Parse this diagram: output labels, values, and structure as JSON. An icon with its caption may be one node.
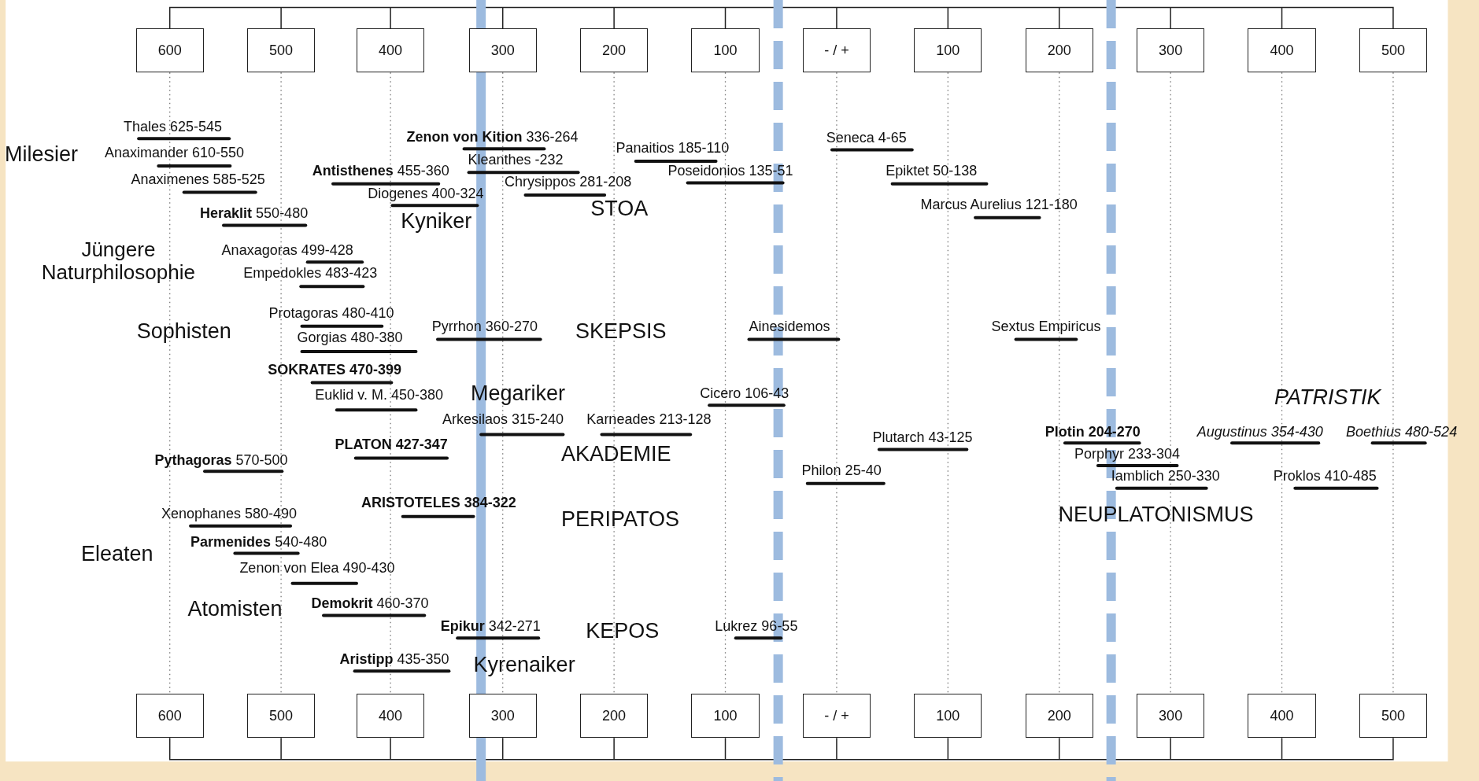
{
  "diagram": {
    "nodes": [
      {
        "text": [
          "600"
        ]
      },
      {
        "text": [
          "500"
        ]
      },
      {
        "text": [
          "400"
        ]
      },
      {
        "text": [
          "300"
        ]
      },
      {
        "text": [
          "200"
        ]
      },
      {
        "text": [
          "100"
        ]
      },
      {
        "text": [
          "- / +"
        ]
      },
      {
        "text": [
          "100"
        ]
      },
      {
        "text": [
          "200"
        ]
      },
      {
        "text": [
          "300"
        ]
      },
      {
        "text": [
          "400"
        ]
      },
      {
        "text": [
          "500"
        ]
      },
      {
        "text": [
          "600"
        ]
      },
      {
        "text": [
          "500"
        ]
      },
      {
        "text": [
          "400"
        ]
      },
      {
        "text": [
          "300"
        ]
      },
      {
        "text": [
          "200"
        ]
      },
      {
        "text": [
          "100"
        ]
      },
      {
        "text": [
          "- / +"
        ]
      },
      {
        "text": [
          "100"
        ]
      },
      {
        "text": [
          "200"
        ]
      },
      {
        "text": [
          "300"
        ]
      },
      {
        "text": [
          "400"
        ]
      },
      {
        "text": [
          "500"
        ]
      }
    ],
    "labels": [
      "Thales 625-545",
      "**Zenon von Kition** 336-264",
      "Seneca 4-65",
      "Panaitios 185-110",
      "Anaximander 610-550",
      "Milesier",
      "Kleanthes -232",
      "**Antisthenes** 455-360",
      "Poseidonios 135-51",
      "Epiktet 50-138",
      "Anaximenes 585-525",
      "Chrysippos 281-208",
      "Diogenes 400-324",
      "Marcus Aurelius 121-180",
      "STOA",
      "**Heraklit** 550-480",
      "Kyniker",
      "Jüngere Naturphilosophie",
      "Anaxagoras 499-428",
      "Empedokles 483-423",
      "Protagoras 480-410",
      "Pyrrhon 360-270",
      "Ainesidemos",
      "Sextus Empiricus",
      "Sophisten",
      "SKEPSIS",
      "Gorgias 480-380",
      "SOKRATES 470-399",
      "Euklid v. M. 450-380",
      "Megariker",
      "Cicero 106-43",
      "PATRISTIK",
      "Arkesilaos 315-240",
      "Karneades 213-128",
      "Plotin 204-270",
      "Augustinus 354-430",
      "Boethius 480-524",
      "Plutarch 43-125",
      "PLATON 427-347",
      "AKADEMIE",
      "Porphyr 233-304",
      "**Pythagoras** 570-500",
      "Philon 25-40",
      "Iamblich 250-330",
      "Proklos 410-485",
      "ARISTOTELES 384-322",
      "Xenophanes 580-490",
      "PERIPATOS",
      "NEUPLATONISMUS",
      "**Parmenides** 540-480",
      "Eleaten",
      "Zenon von Elea 490-430",
      "**Demokrit** 460-370",
      "Atomisten",
      "**Epikur** 342-271",
      "Lukrez 96-55",
      "KEPOS",
      "**Aristipp** 435-350",
      "Kyrenaiker"
    ]
  }
}
